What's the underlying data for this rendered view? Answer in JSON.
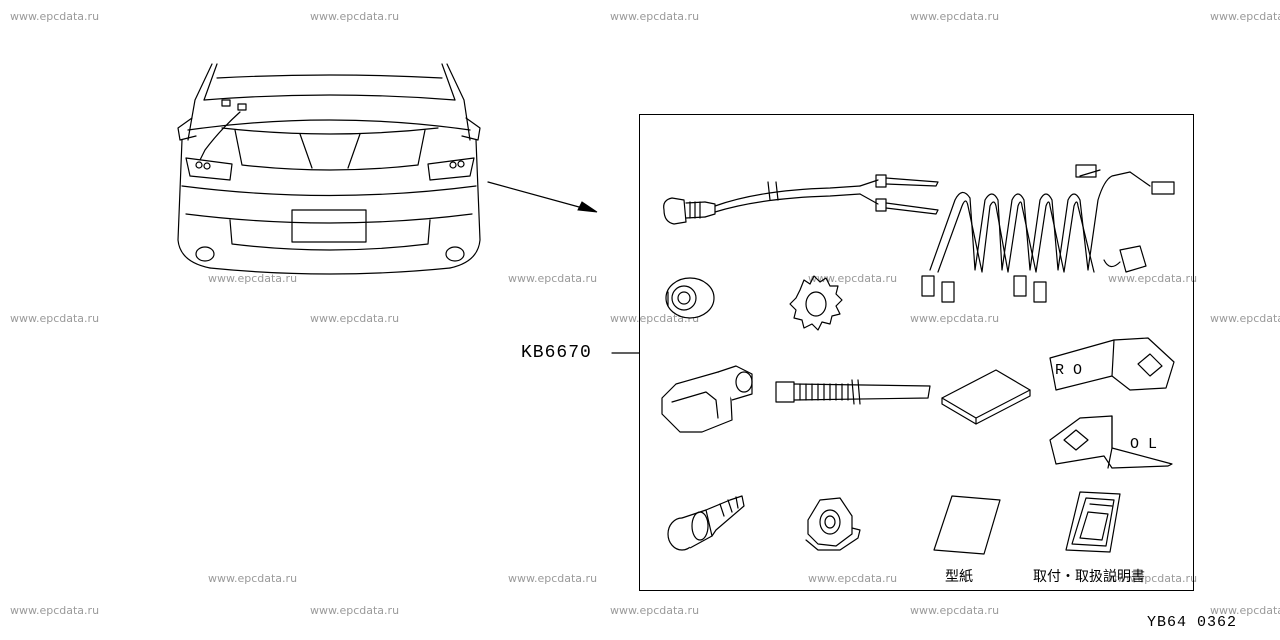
{
  "watermark": "www.epcdata.ru",
  "kit_part_number": "KB6670",
  "diagram_code": "YB64  0362",
  "labels": {
    "template": "型紙",
    "manual": "取付・取扱説明書",
    "bracket_right": "R O",
    "bracket_left": "O L"
  }
}
